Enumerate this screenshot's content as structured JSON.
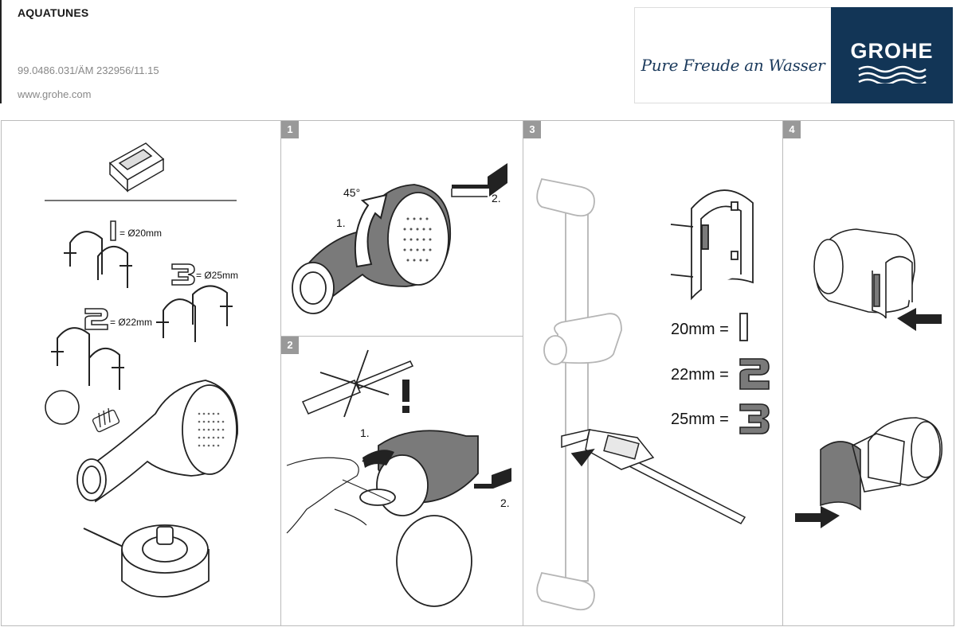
{
  "header": {
    "product": "AQUATUNES",
    "doc_code": "99.0486.031/ÄM 232956/11.15",
    "website": "www.grohe.com",
    "slogan": "Pure Freude an Wasser",
    "logo": "GROHE"
  },
  "colors": {
    "brand_navy": "#123556",
    "step_badge": "#999999",
    "border": "#bbbbbb"
  },
  "overview": {
    "sizes": [
      {
        "label": "= Ø20mm"
      },
      {
        "label": "= Ø25mm"
      },
      {
        "label": "= Ø22mm"
      }
    ]
  },
  "steps": {
    "s1": {
      "number": "1",
      "angle": "45°",
      "a": "1.",
      "b": "2."
    },
    "s2": {
      "number": "2",
      "warn": "!",
      "a": "1.",
      "b": "2."
    },
    "s3": {
      "number": "3",
      "sizes": [
        "20mm =",
        "22mm =",
        "25mm ="
      ],
      "glyphs": [
        "1",
        "2",
        "3"
      ]
    },
    "s4": {
      "number": "4"
    }
  }
}
